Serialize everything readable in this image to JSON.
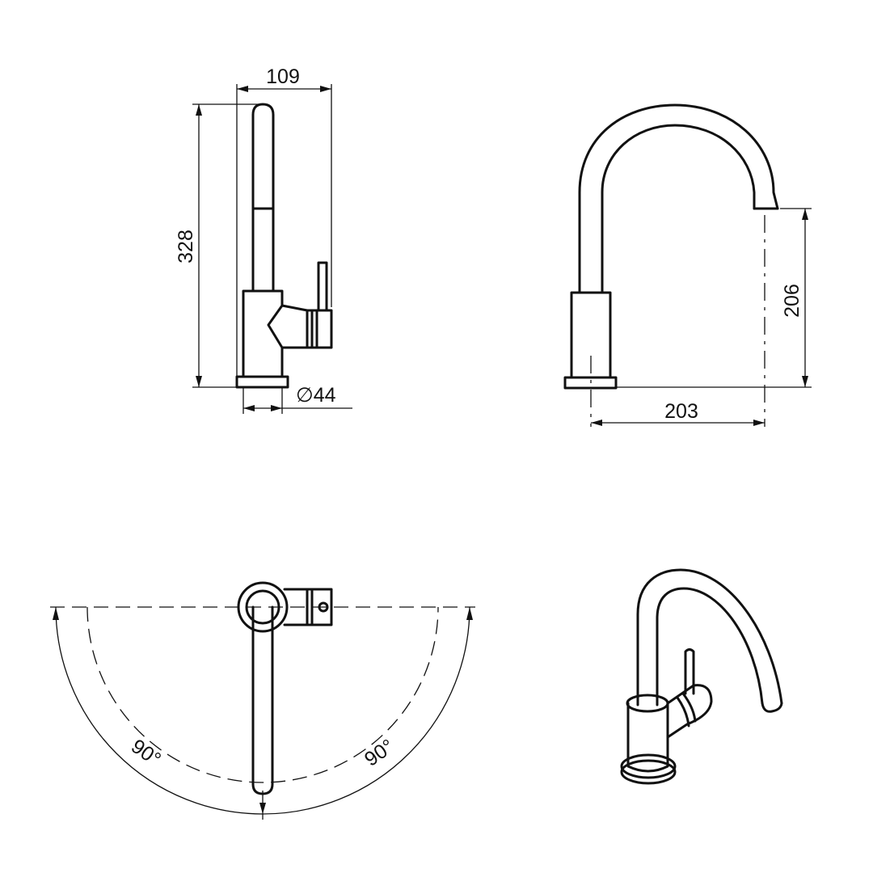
{
  "drawing": {
    "side_view": {
      "width_label": "109",
      "height_label": "328",
      "base_diameter_label": "∅44"
    },
    "front_view": {
      "outlet_height_label": "206",
      "reach_label": "203"
    },
    "top_view": {
      "left_rotation_label": "90°",
      "right_rotation_label": "90°"
    },
    "isometric_view": {}
  }
}
